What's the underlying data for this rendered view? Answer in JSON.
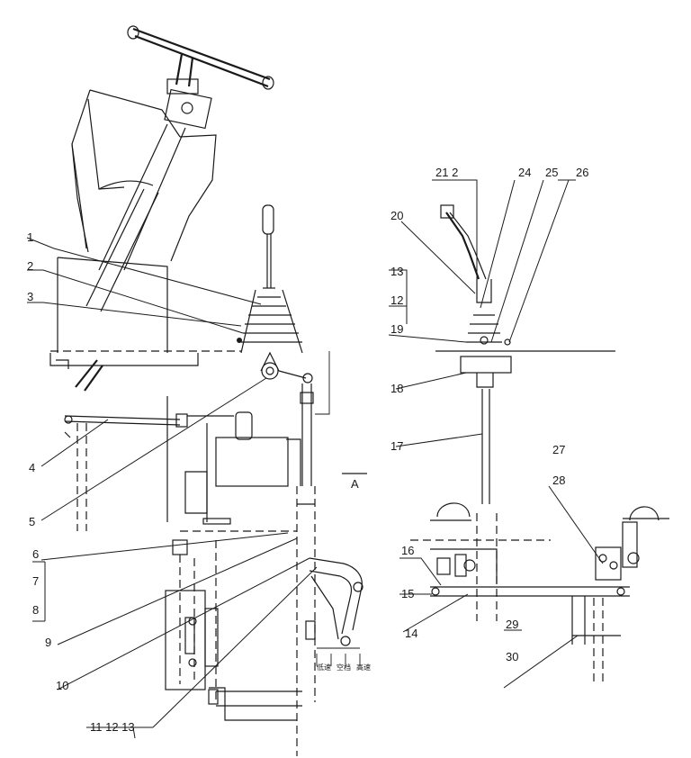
{
  "labels": {
    "l1": "1",
    "l2": "2",
    "l3": "3",
    "l4": "4",
    "l5": "5",
    "l6": "6",
    "l7": "7",
    "l8": "8",
    "l9": "9",
    "l10": "10",
    "l11_13": "11 12 13",
    "l12r": "12",
    "l13r": "13",
    "l14": "14",
    "l15": "15",
    "l16": "16",
    "l17": "17",
    "l18": "18",
    "l19": "19",
    "l20": "20",
    "l21_22": "21 2",
    "l24": "24",
    "l25": "25",
    "l26": "26",
    "l27": "27",
    "l28": "28",
    "l29": "29",
    "l30": "30",
    "view": "A"
  },
  "speed_scale": {
    "low": "低速",
    "neutral": "空档",
    "high": "高速"
  }
}
